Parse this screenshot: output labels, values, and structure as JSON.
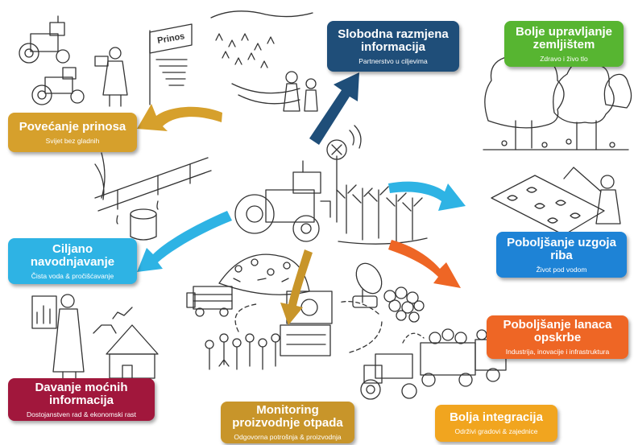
{
  "colors": {
    "yield": "#d6a02c",
    "info": "#1f4e79",
    "land": "#57b531",
    "irrigation": "#2eb3e4",
    "fish": "#1e83d6",
    "power": "#a1173c",
    "waste": "#c8952a",
    "integration": "#f1a51f",
    "supply": "#ee6625"
  },
  "boxes": {
    "yield": {
      "title": "Povećanje prinosa",
      "subtitle": "Svijet bez gladnih"
    },
    "info": {
      "title": "Slobodna razmjena informacija",
      "subtitle": "Partnerstvo u ciljevima"
    },
    "land": {
      "title": "Bolje upravljanje zemljištem",
      "subtitle": "Zdravo i živo tlo"
    },
    "irrigation": {
      "title": "Ciljano navodnjavanje",
      "subtitle": "Čista voda & pročišćavanje"
    },
    "fish": {
      "title": "Poboljšanje uzgoja riba",
      "subtitle": "Život pod vodom"
    },
    "power": {
      "title": "Davanje moćnih informacija",
      "subtitle": "Dostojanstven rad & ekonomski rast"
    },
    "waste": {
      "title": "Monitoring proizvodnje otpada",
      "subtitle": "Odgovorna potrošnja & proizvodnja"
    },
    "integration": {
      "title": "Bolja integracija",
      "subtitle": "Održivi gradovi & zajednice"
    },
    "supply": {
      "title": "Poboljšanje lanaca opskrbe",
      "subtitle": "Industrija, inovacije i infrastruktura"
    }
  },
  "sketch_labels": {
    "sign": "Prinos"
  },
  "icons": [
    "tractor-icon",
    "satellite-dish-icon",
    "tree-icon",
    "fish-icon",
    "person-icon",
    "truck-icon",
    "hut-icon",
    "corn-icon"
  ]
}
